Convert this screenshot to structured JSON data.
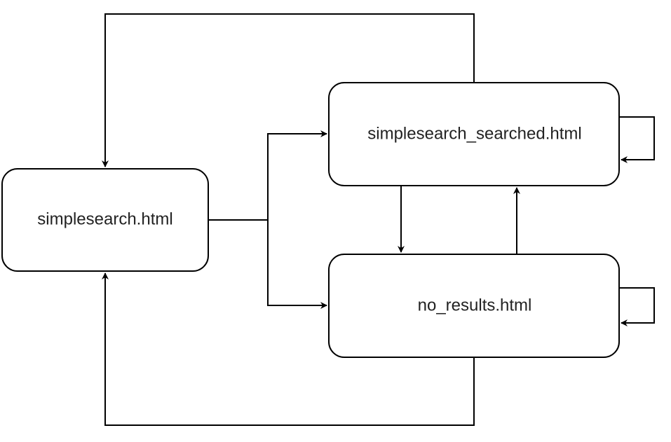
{
  "diagram": {
    "nodes": {
      "simplesearch": {
        "label": "simplesearch.html"
      },
      "searched": {
        "label": "simplesearch_searched.html"
      },
      "no_results": {
        "label": "no_results.html"
      }
    },
    "edges": [
      {
        "from": "simplesearch",
        "to": "searched"
      },
      {
        "from": "simplesearch",
        "to": "no_results"
      },
      {
        "from": "searched",
        "to": "simplesearch"
      },
      {
        "from": "no_results",
        "to": "simplesearch"
      },
      {
        "from": "searched",
        "to": "no_results"
      },
      {
        "from": "no_results",
        "to": "searched"
      },
      {
        "from": "searched",
        "to": "searched"
      },
      {
        "from": "no_results",
        "to": "no_results"
      }
    ]
  }
}
